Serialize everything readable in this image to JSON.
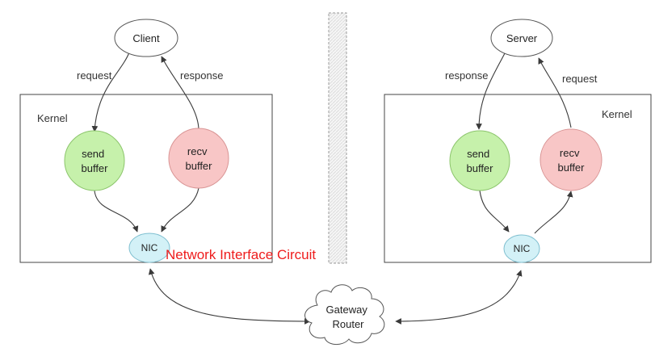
{
  "client": {
    "label": "Client",
    "request_label": "request",
    "response_label": "response"
  },
  "server": {
    "label": "Server",
    "request_label": "request",
    "response_label": "response"
  },
  "left_kernel": {
    "label": "Kernel",
    "send_buffer": [
      "send",
      "buffer"
    ],
    "recv_buffer": [
      "recv",
      "buffer"
    ],
    "nic": "NIC"
  },
  "right_kernel": {
    "label": "Kernel",
    "send_buffer": [
      "send",
      "buffer"
    ],
    "recv_buffer": [
      "recv",
      "buffer"
    ],
    "nic": "NIC"
  },
  "gateway": [
    "Gateway",
    "Router"
  ],
  "annotation": "Network Interface Circuit",
  "colors": {
    "send_buffer_fill": "#c6f1ab",
    "send_buffer_stroke": "#8cc56c",
    "recv_buffer_fill": "#f8c6c6",
    "recv_buffer_stroke": "#d99595",
    "nic_fill": "#d3f1f7",
    "nic_stroke": "#7fbfd0",
    "annotation": "#ee1c1c"
  }
}
